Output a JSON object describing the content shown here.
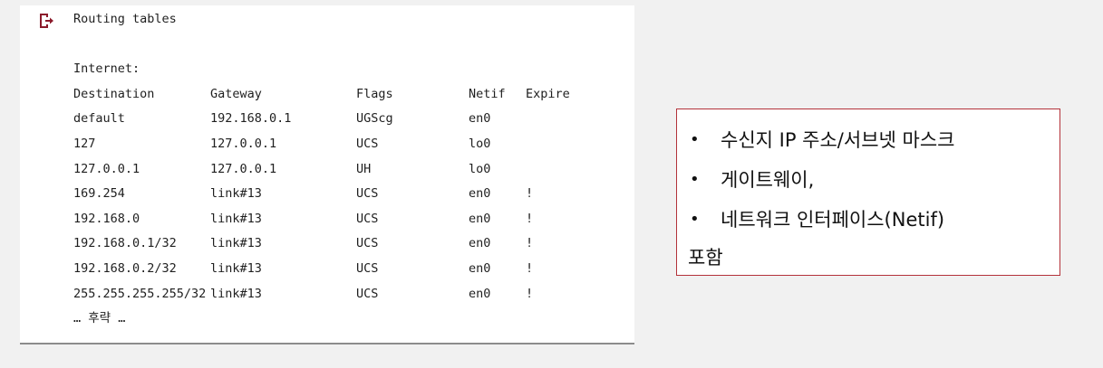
{
  "code_panel": {
    "icon": "exit-icon",
    "title": "Routing tables",
    "section": "Internet:",
    "headers": [
      "Destination",
      "Gateway",
      "Flags",
      "Netif",
      "Expire"
    ],
    "rows": [
      [
        "default",
        "192.168.0.1",
        "UGScg",
        "en0",
        ""
      ],
      [
        "127",
        "127.0.0.1",
        "UCS",
        "lo0",
        ""
      ],
      [
        "127.0.0.1",
        "127.0.0.1",
        "UH",
        "lo0",
        ""
      ],
      [
        "169.254",
        "link#13",
        "UCS",
        "en0",
        "!"
      ],
      [
        "192.168.0",
        "link#13",
        "UCS",
        "en0",
        "!"
      ],
      [
        "192.168.0.1/32",
        "link#13",
        "UCS",
        "en0",
        "!"
      ],
      [
        "192.168.0.2/32",
        "link#13",
        "UCS",
        "en0",
        "!"
      ],
      [
        "255.255.255.255/32",
        "link#13",
        "UCS",
        "en0",
        "!"
      ]
    ],
    "trailing": "… 후략 …"
  },
  "info_box": {
    "border_color": "#b3323a",
    "bullets": [
      "수신지 IP 주소/서브넷 마스크",
      "게이트웨이,",
      "네트워크 인터페이스(Netif)"
    ],
    "footer": "포함"
  }
}
